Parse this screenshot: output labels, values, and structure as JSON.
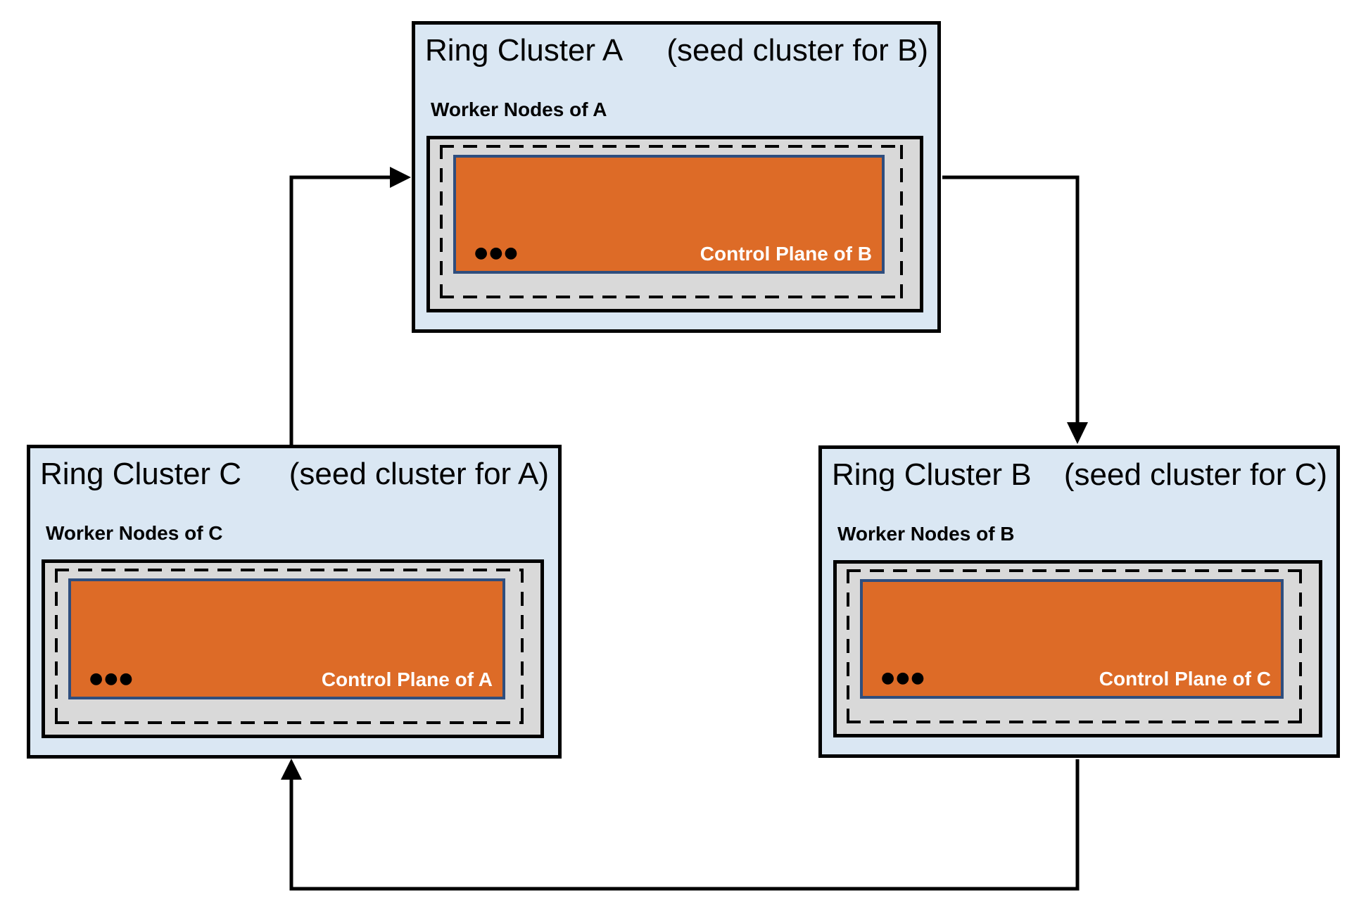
{
  "clusters": [
    {
      "id": "A",
      "title": "Ring Cluster A",
      "seed_note": "(seed cluster for B)",
      "worker_label": "Worker Nodes of A",
      "control_plane_label": "Control Plane of B",
      "ellipsis": "●●●"
    },
    {
      "id": "B",
      "title": "Ring Cluster B",
      "seed_note": "(seed cluster for C)",
      "worker_label": "Worker Nodes of B",
      "control_plane_label": "Control Plane of C",
      "ellipsis": "●●●"
    },
    {
      "id": "C",
      "title": "Ring Cluster C",
      "seed_note": "(seed cluster for A)",
      "worker_label": "Worker Nodes of C",
      "control_plane_label": "Control Plane of A",
      "ellipsis": "●●●"
    }
  ],
  "arrows": [
    {
      "from": "Ring Cluster A",
      "to": "Ring Cluster B"
    },
    {
      "from": "Ring Cluster B",
      "to": "Ring Cluster C"
    },
    {
      "from": "Ring Cluster C",
      "to": "Ring Cluster A"
    }
  ],
  "colors": {
    "cluster_fill": "#DAE7F3",
    "cluster_border": "#000000",
    "worker_fill": "#D9D9D9",
    "control_plane_fill": "#DD6B27",
    "control_plane_border": "#2F4E7E",
    "control_plane_text": "#FFFFFF",
    "arrow": "#000000",
    "text": "#000000",
    "background": "#FFFFFF"
  }
}
